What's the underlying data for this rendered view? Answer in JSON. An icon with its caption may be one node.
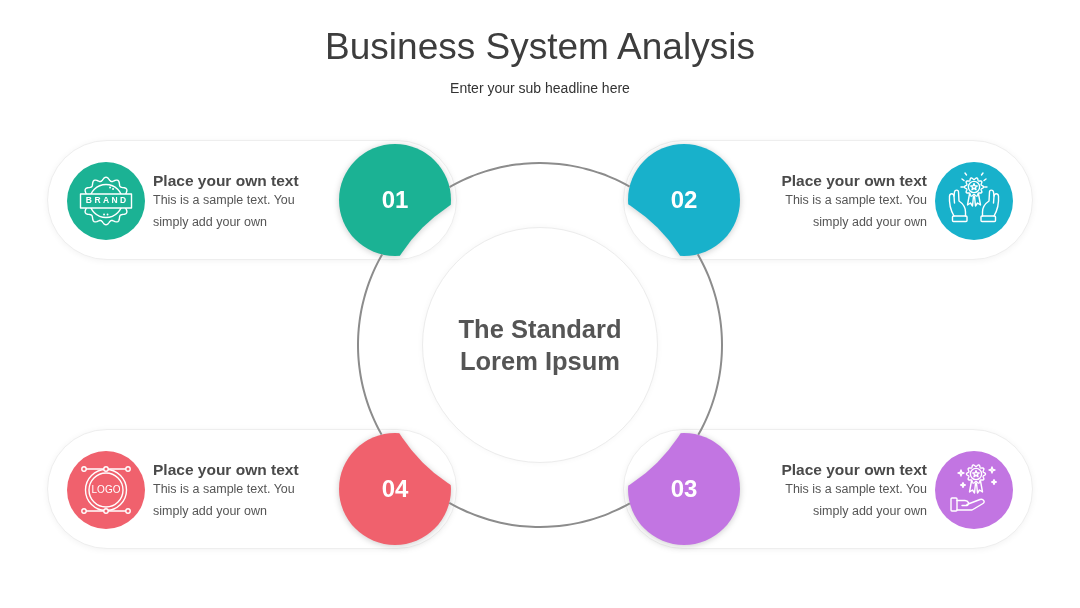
{
  "diagram": {
    "title": "Business System Analysis",
    "nodes": [
      {
        "text": [
          "Place your own text",
          "This is a sample text. You simply add your own"
        ]
      },
      {
        "text": [
          "01"
        ],
        "in": 0
      },
      {
        "text": [
          "Place your own text",
          "This is a sample text. You simply add your own"
        ]
      },
      {
        "text": [
          "02"
        ],
        "in": 2
      },
      {
        "text": [
          "The Standard Lorem Ipsum"
        ]
      },
      {
        "text": [
          "Place your own text",
          "This is a sample text. You simply add your own"
        ]
      },
      {
        "text": [
          "04"
        ],
        "in": 5
      },
      {
        "text": [
          "Place your own text",
          "This is a sample text. You simply add your own"
        ]
      },
      {
        "text": [
          "03"
        ],
        "in": 7
      }
    ],
    "edges": [
      {
        "from": 1,
        "to": 3,
        "arrow": "none"
      },
      {
        "from": 3,
        "to": 8,
        "arrow": "none"
      },
      {
        "from": 8,
        "to": 6,
        "arrow": "none"
      },
      {
        "from": 6,
        "to": 1,
        "arrow": "none"
      }
    ],
    "labels": [
      "Enter your sub headline here",
      "BRAND",
      "LOGO"
    ]
  }
}
